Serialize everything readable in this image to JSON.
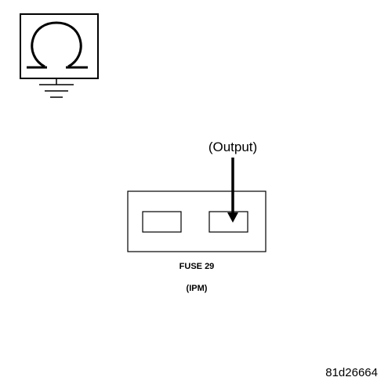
{
  "ohmmeter": {
    "symbol": "Ω"
  },
  "probe": {
    "label": "(Output)"
  },
  "fuse": {
    "name": "FUSE 29",
    "location": "(IPM)"
  },
  "figure_id": "81d26664",
  "colors": {
    "stroke": "#000000",
    "background": "#ffffff"
  }
}
